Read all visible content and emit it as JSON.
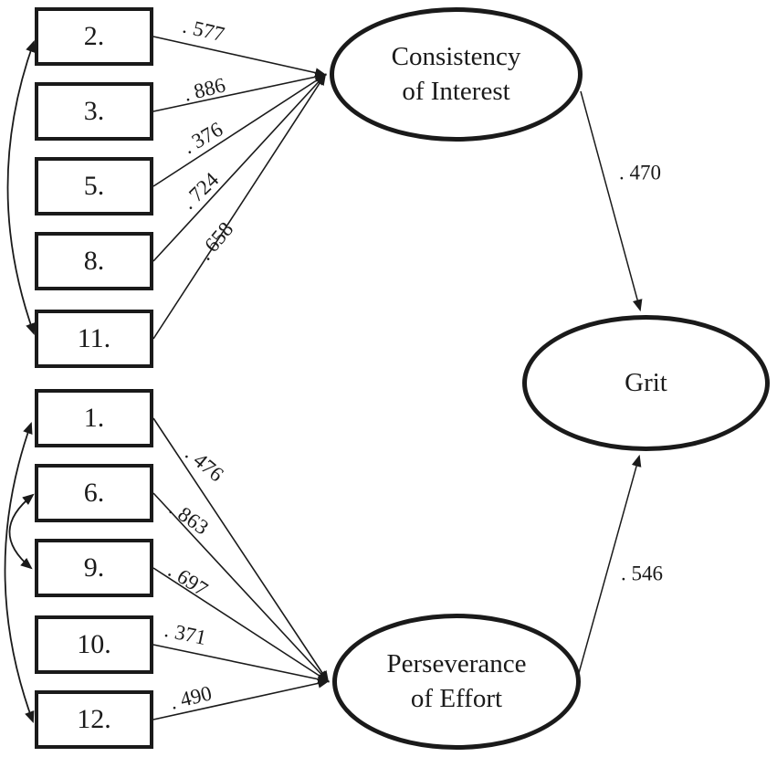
{
  "colors": {
    "ink": "#1a1a1a",
    "background": "#ffffff"
  },
  "factors": {
    "consistency": {
      "line1": "Consistency",
      "line2": "of Interest"
    },
    "perseverance": {
      "line1": "Perseverance",
      "line2": "of Effort"
    },
    "grit": {
      "label": "Grit"
    }
  },
  "consistency_indicators": [
    {
      "item": "2.",
      "loading": ". 577"
    },
    {
      "item": "3.",
      "loading": ". 886"
    },
    {
      "item": "5.",
      "loading": ". 376"
    },
    {
      "item": "8.",
      "loading": ". 724"
    },
    {
      "item": "11.",
      "loading": ". 658"
    }
  ],
  "perseverance_indicators": [
    {
      "item": "1.",
      "loading": ". 476"
    },
    {
      "item": "6.",
      "loading": ". 863"
    },
    {
      "item": "9.",
      "loading": ". 697"
    },
    {
      "item": "10.",
      "loading": ". 371"
    },
    {
      "item": "12.",
      "loading": ". 490"
    }
  ],
  "structural_paths": [
    {
      "from": "Consistency of Interest",
      "to": "Grit",
      "label": ". 470"
    },
    {
      "from": "Perseverance of Effort",
      "to": "Grit",
      "label": ". 546"
    }
  ],
  "correlation_arrows": [
    {
      "between": [
        "2.",
        "11."
      ]
    },
    {
      "between": [
        "1.",
        "12."
      ]
    },
    {
      "between": [
        "6.",
        "9."
      ]
    }
  ]
}
